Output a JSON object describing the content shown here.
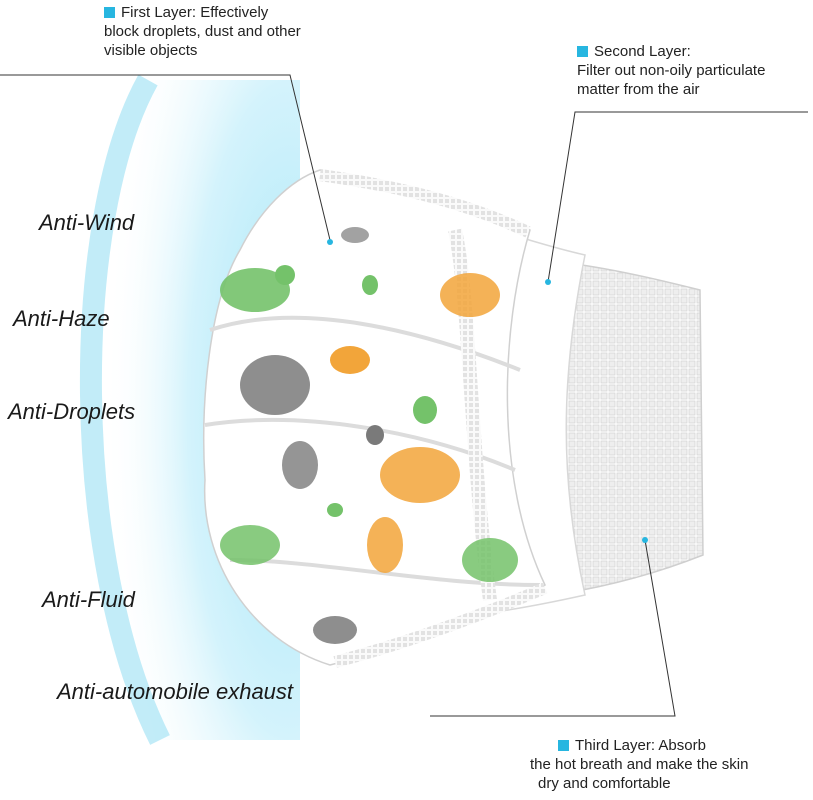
{
  "layers": {
    "first": {
      "title": "First Layer:",
      "lines": [
        "Effectively",
        "block droplets, dust and other",
        "visible objects"
      ]
    },
    "second": {
      "title": "Second Layer:",
      "lines": [
        "Filter out non-oily particulate",
        "matter from the air"
      ]
    },
    "third": {
      "title": "Third Layer:",
      "lines": [
        "Absorb",
        "the hot breath and make the skin",
        "dry and comfortable"
      ]
    }
  },
  "features": [
    "Anti-Wind",
    "Anti-Haze",
    "Anti-Droplets",
    "Anti-Fluid",
    "Anti-automobile exhaust"
  ],
  "colors": {
    "accent": "#27b6e0",
    "glow": "#7fd9f3",
    "mask": "#ffffff",
    "dino_green": "#74c26a",
    "dino_orange": "#f2a53a",
    "dino_gray": "#7a7a7a"
  }
}
